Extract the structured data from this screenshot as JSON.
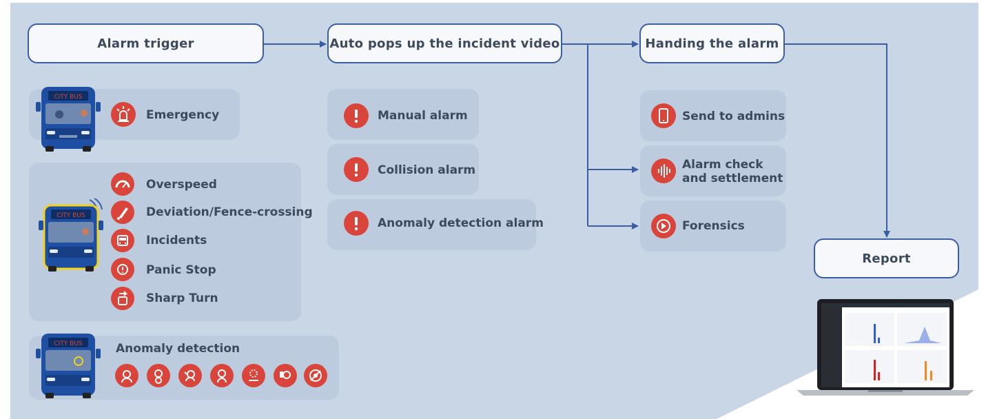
{
  "flow": {
    "alarm_trigger": "Alarm trigger",
    "auto_popup": "Auto pops up the incident video",
    "handling": "Handing the alarm",
    "report": "Report"
  },
  "triggers": {
    "emergency": "Emergency",
    "driving": [
      "Overspeed",
      "Deviation/Fence-crossing",
      "Incidents",
      "Panic Stop",
      "Sharp Turn"
    ],
    "anomaly_title": "Anomaly detection",
    "bus_sign": "CITY BUS"
  },
  "alarms": [
    "Manual alarm",
    "Collision alarm",
    "Anomaly detection alarm"
  ],
  "handling_actions": {
    "send": "Send to admins",
    "check_line1": "Alarm check",
    "check_line2": "and settlement",
    "forensics": "Forensics"
  },
  "colors": {
    "accent": "#d9453a",
    "line": "#3b5ea3",
    "background": "#c9d6e6",
    "card": "#bccbdd",
    "bus_blue": "#1e4fa3",
    "bus_yellow": "#f2d21b"
  }
}
